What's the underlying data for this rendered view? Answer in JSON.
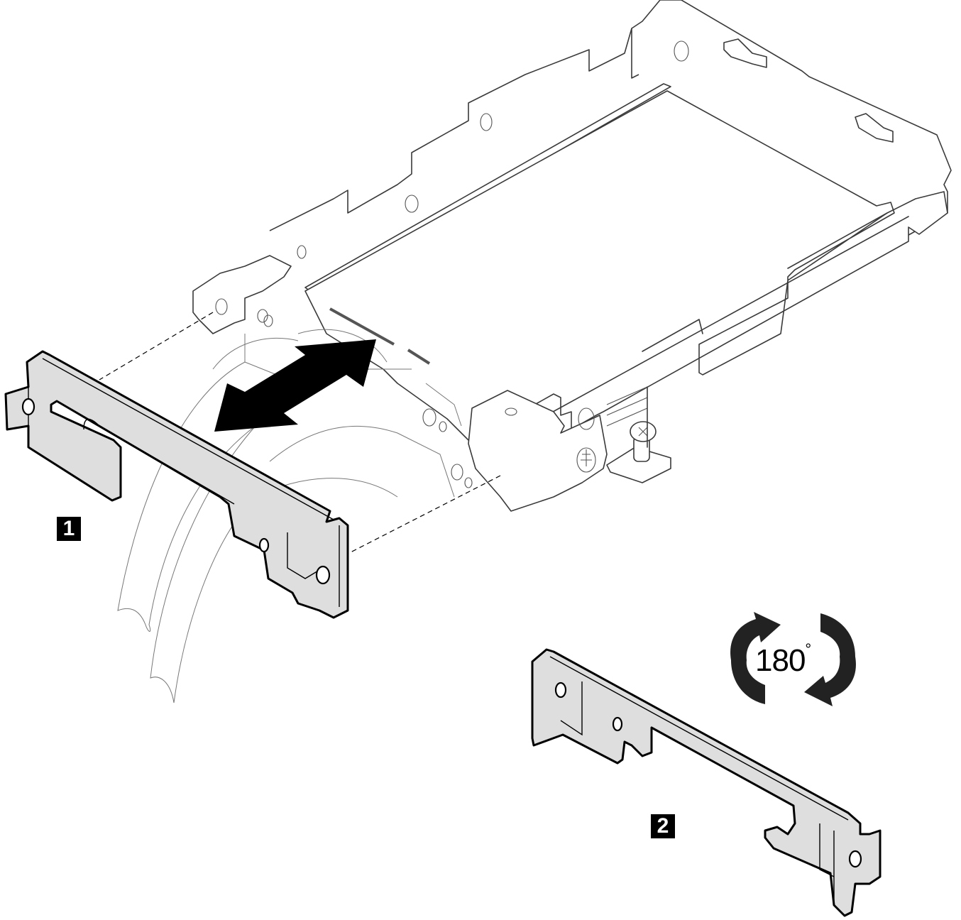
{
  "figure": {
    "description": "Drive cage bracket removal and reinstallation",
    "callouts": [
      {
        "label": "1",
        "step": "Remove bracket from drive cage"
      },
      {
        "label": "2",
        "step": "Rotate bracket 180 degrees"
      }
    ],
    "rotation": {
      "value": "180",
      "unit": "°"
    },
    "icons": {
      "double_arrow": "double-headed-arrow-icon",
      "rotate": "rotate-180-icon",
      "screw": "phillips-screw-icon"
    },
    "colors": {
      "bracket_fill": "#dedede",
      "callout_bg": "#000000",
      "callout_text": "#ffffff",
      "arrow": "#000000",
      "rotate_arrows": "#222222"
    }
  }
}
